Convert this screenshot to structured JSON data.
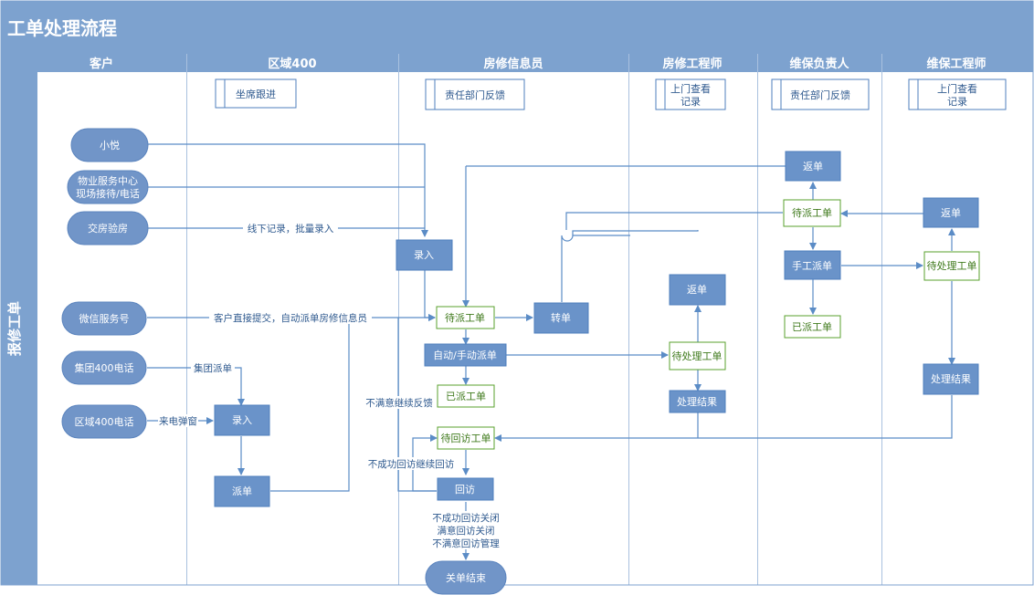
{
  "title": "工单处理流程",
  "lane_title": "报修工单",
  "columns": [
    "客户",
    "区域400",
    "房修信息员",
    "房修工程师",
    "维保负责人",
    "维保工程师"
  ],
  "doc_labels": {
    "seat_follow": "坐席跟进",
    "resp_feedback_1": "责任部门反馈",
    "visit_record_1": [
      "上门查看",
      "记录"
    ],
    "resp_feedback_2": "责任部门反馈",
    "visit_record_2": [
      "上门查看",
      "记录"
    ]
  },
  "customers": {
    "xiaoyue": "小悦",
    "property_center": [
      "物业服务中心",
      "现场接待/电话"
    ],
    "handover": "交房验房",
    "wechat": "微信服务号",
    "group400": "集团400电话",
    "region400": "区域400电话"
  },
  "nodes": {
    "record_info": "录入",
    "pending_dispatch": "待派工单",
    "auto_manual_dispatch": "自动/手动派单",
    "dispatched": "已派工单",
    "transfer": "转单",
    "pending_return_visit": "待回访工单",
    "return_visit": "回访",
    "close": "关单结束",
    "region_record": "录入",
    "region_dispatch": "派单",
    "fx_return": "返单",
    "fx_pending": "待处理工单",
    "fx_result": "处理结果",
    "wb_return": "返单",
    "wb_pending_dispatch": "待派工单",
    "wb_manual_dispatch": "手工派单",
    "wb_dispatched": "已派工单",
    "we_return": "返单",
    "we_pending": "待处理工单",
    "we_result": "处理结果"
  },
  "edge_labels": {
    "offline": "线下记录，批量录入",
    "direct_submit": "客户直接提交，自动派单房修信息员",
    "group_dispatch": "集团派单",
    "incoming_popup": "来电弹窗",
    "unsatisfied_continue": "不满意继续反馈",
    "fail_continue": "不成功回访继续回访",
    "close_notes": [
      "不成功回访关闭",
      "满意回访关闭",
      "不满意回访管理"
    ]
  },
  "colors": {
    "header": "#7da2cf",
    "stadium": "#7195c8",
    "process": "#6a93c9",
    "line": "#5b8cc6",
    "green": "#5aa02c",
    "doc_border": "#4f7fbd"
  }
}
